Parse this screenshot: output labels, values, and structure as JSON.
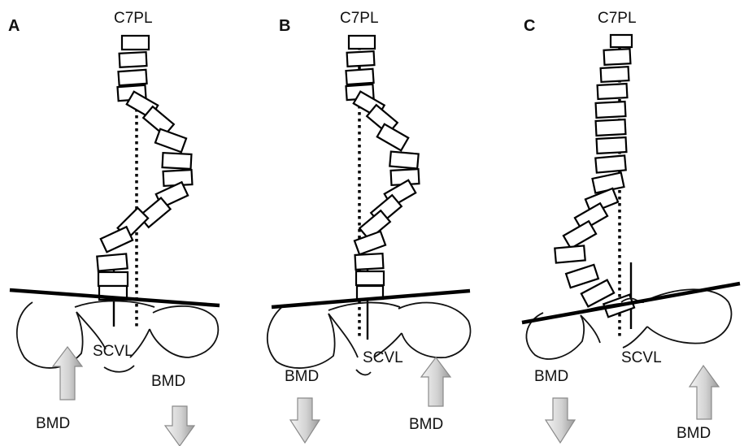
{
  "panels": [
    {
      "letter": "A",
      "top_label": "C7PL",
      "bottom_label": "SCVL",
      "bmd_labels": [
        "BMD",
        "BMD"
      ],
      "arrow_left": "up",
      "arrow_right": "down"
    },
    {
      "letter": "B",
      "top_label": "C7PL",
      "bottom_label": "SCVL",
      "bmd_labels": [
        "BMD",
        "BMD"
      ],
      "arrow_left": "down",
      "arrow_right": "up"
    },
    {
      "letter": "C",
      "top_label": "C7PL",
      "bottom_label": "SCVL",
      "bmd_labels": [
        "BMD",
        "BMD"
      ],
      "arrow_left": "down",
      "arrow_right": "up"
    }
  ],
  "colors": {
    "arrow_light": "#f4f4f4",
    "arrow_dark": "#9a9a9a",
    "line": "#000000"
  }
}
